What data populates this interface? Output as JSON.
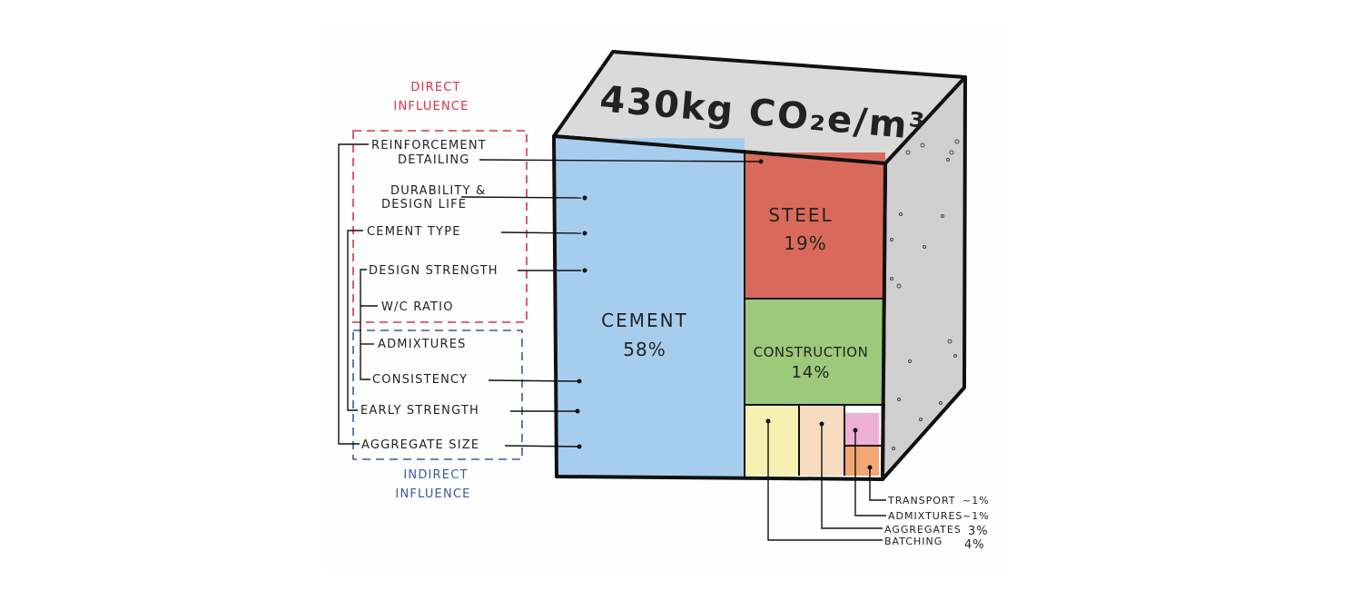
{
  "title": "430kg CO₂e/m³",
  "direct_influence": {
    "label_line1": "DIRECT",
    "label_line2": "INFLUENCE",
    "color": "#d9304a"
  },
  "indirect_influence": {
    "label_line1": "INDIRECT",
    "label_line2": "INFLUENCE",
    "color": "#3a5a9a"
  },
  "factors": {
    "reinforcement_line1": "REINFORCEMENT",
    "reinforcement_line2": "DETAILING",
    "durability_line1": "DURABILITY &",
    "durability_line2": "DESIGN LIFE",
    "cement_type": "CEMENT TYPE",
    "design_strength": "DESIGN STRENGTH",
    "wc_ratio": "W/C RATIO",
    "admixtures": "ADMIXTURES",
    "consistency": "CONSISTENCY",
    "early_strength": "EARLY STRENGTH",
    "aggregate_size": "AGGREGATE SIZE"
  },
  "segments": {
    "cement": {
      "name": "CEMENT",
      "pct": "58%",
      "color": "#a6cdee"
    },
    "steel": {
      "name": "STEEL",
      "pct": "19%",
      "color": "#d96a5b"
    },
    "construction": {
      "name": "CONSTRUCTION",
      "pct": "14%",
      "color": "#9dc97a"
    },
    "batching": {
      "name": "BATCHING",
      "pct": "4%",
      "color": "#f6f0b2"
    },
    "aggregates": {
      "name": "AGGREGATES",
      "pct": "3%",
      "color": "#f7dcc0"
    },
    "admixtures": {
      "name": "ADMIXTURES",
      "pct": "~1%",
      "color": "#eeb0d6"
    },
    "transport": {
      "name": "TRANSPORT",
      "pct": "~1%",
      "color": "#f2a773"
    }
  },
  "cube_colors": {
    "top": "#dadada",
    "side": "#cfcfcf"
  }
}
